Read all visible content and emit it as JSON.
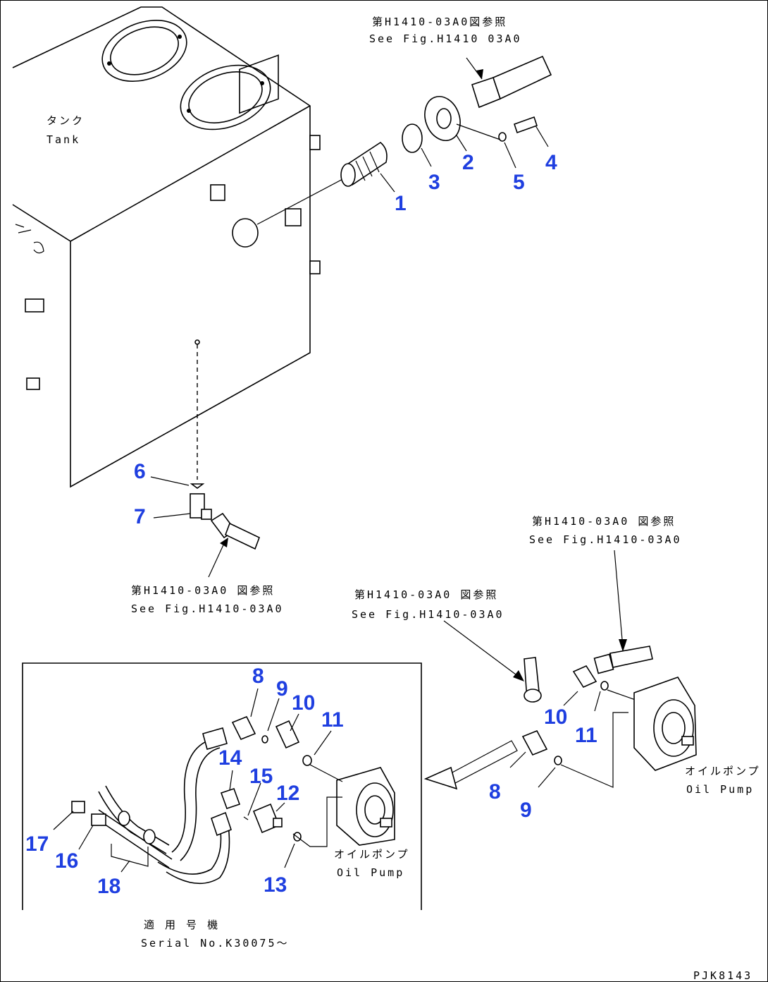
{
  "labels": {
    "tank_jp": "タンク",
    "tank_en": "Tank",
    "ref_top_jp": "第H1410-03A0図参照",
    "ref_top_en": "See Fig.H1410 03A0",
    "ref_mid_jp": "第H1410-03A0 図参照",
    "ref_mid_en": "See Fig.H1410-03A0",
    "ref_right_jp": "第H1410-03A0 図参照",
    "ref_right_en": "See Fig.H1410-03A0",
    "ref_center_jp": "第H1410-03A0 図参照",
    "ref_center_en": "See Fig.H1410-03A0",
    "pump_right_jp": "オイルポンプ",
    "pump_right_en": "Oil Pump",
    "pump_inset_jp": "オイルポンプ",
    "pump_inset_en": "Oil Pump",
    "serial_jp": "適 用 号 機",
    "serial_en": "Serial No.K30075～",
    "figure_code": "PJK8143"
  },
  "callouts": [
    "1",
    "2",
    "3",
    "4",
    "5",
    "6",
    "7",
    "8",
    "9",
    "10",
    "11",
    "8",
    "9",
    "10",
    "11",
    "12",
    "13",
    "14",
    "15",
    "16",
    "17",
    "18"
  ]
}
